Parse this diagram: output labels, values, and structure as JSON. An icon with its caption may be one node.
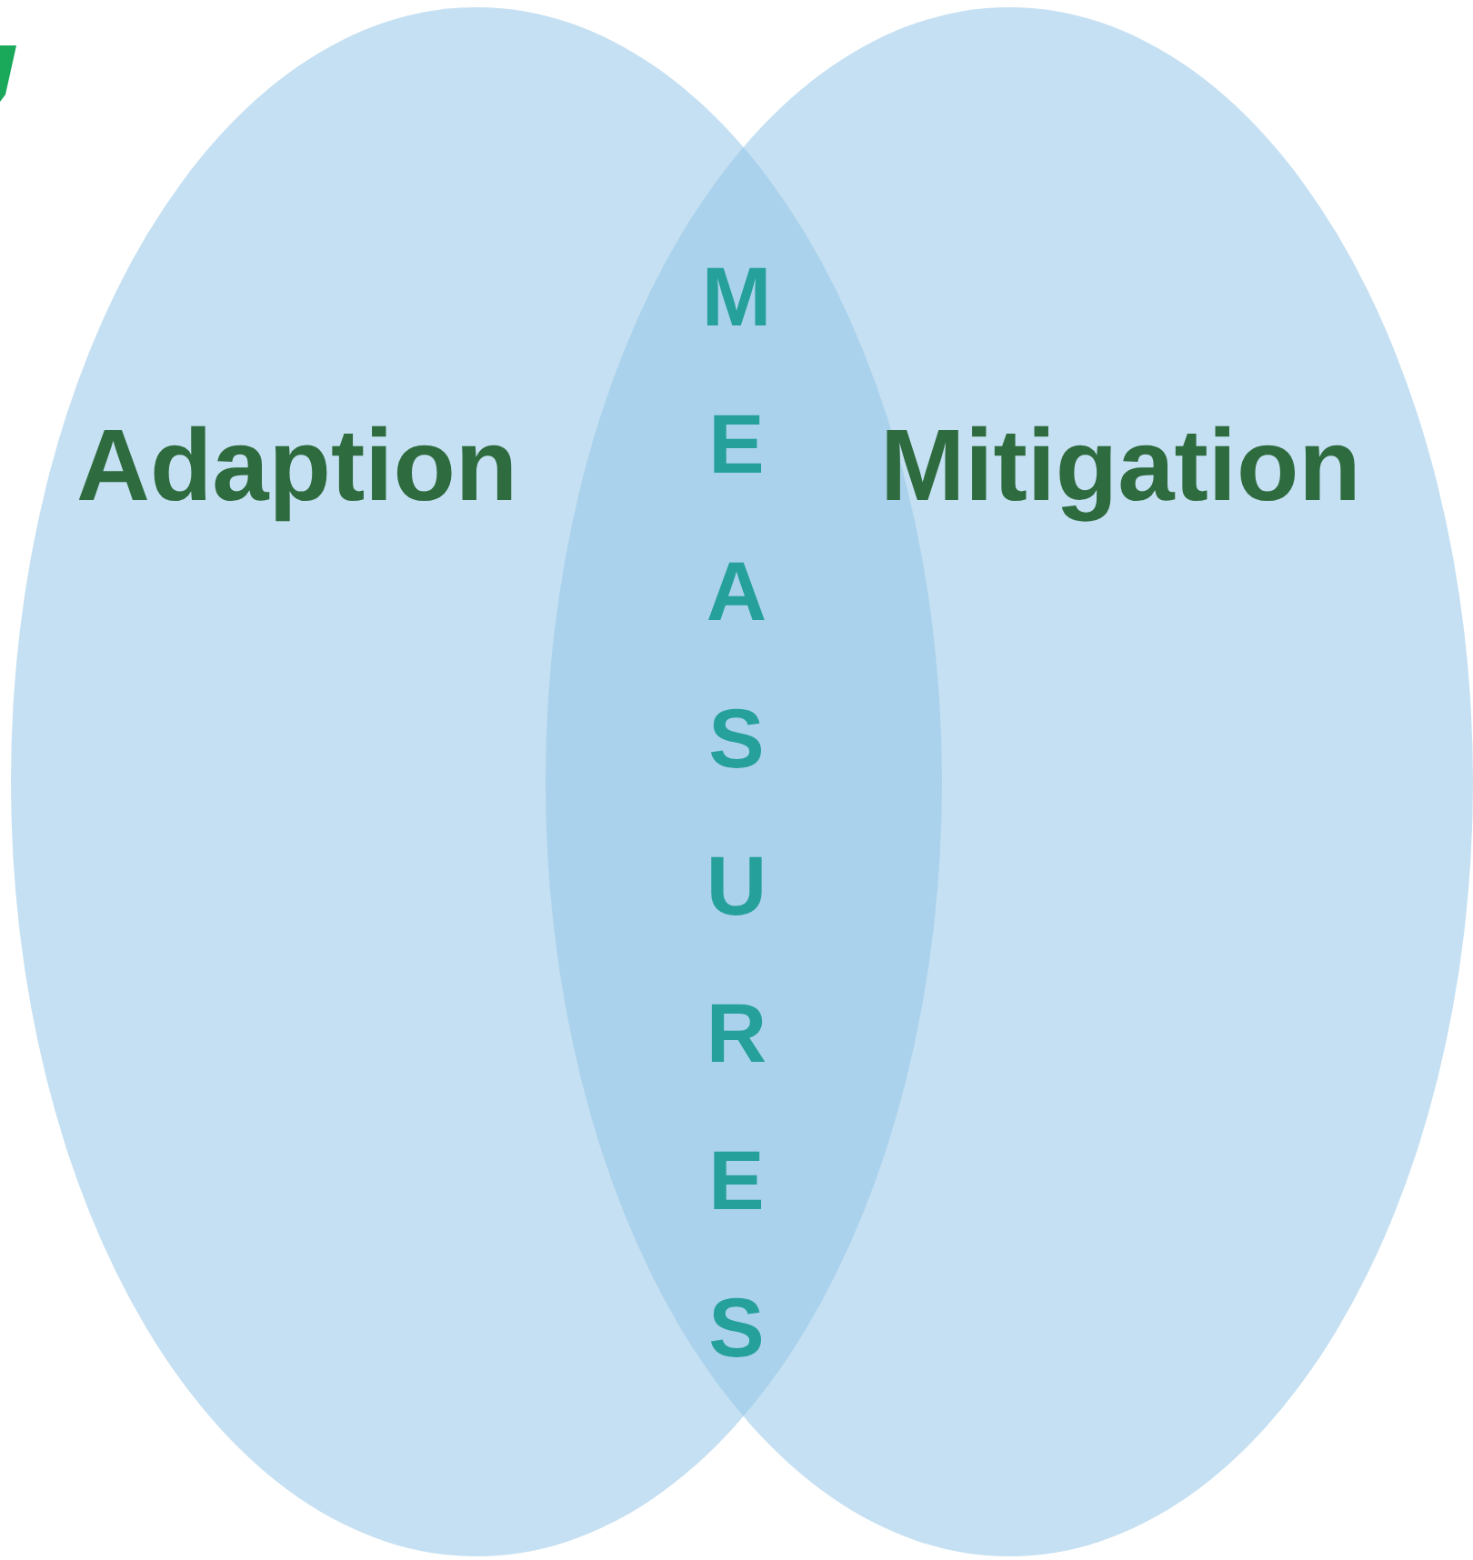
{
  "diagram": {
    "nodes": [
      {
        "text": [
          "Adaption"
        ]
      },
      {
        "text": [
          "Mitigation"
        ]
      }
    ],
    "labels": [
      "MEASURES"
    ]
  }
}
